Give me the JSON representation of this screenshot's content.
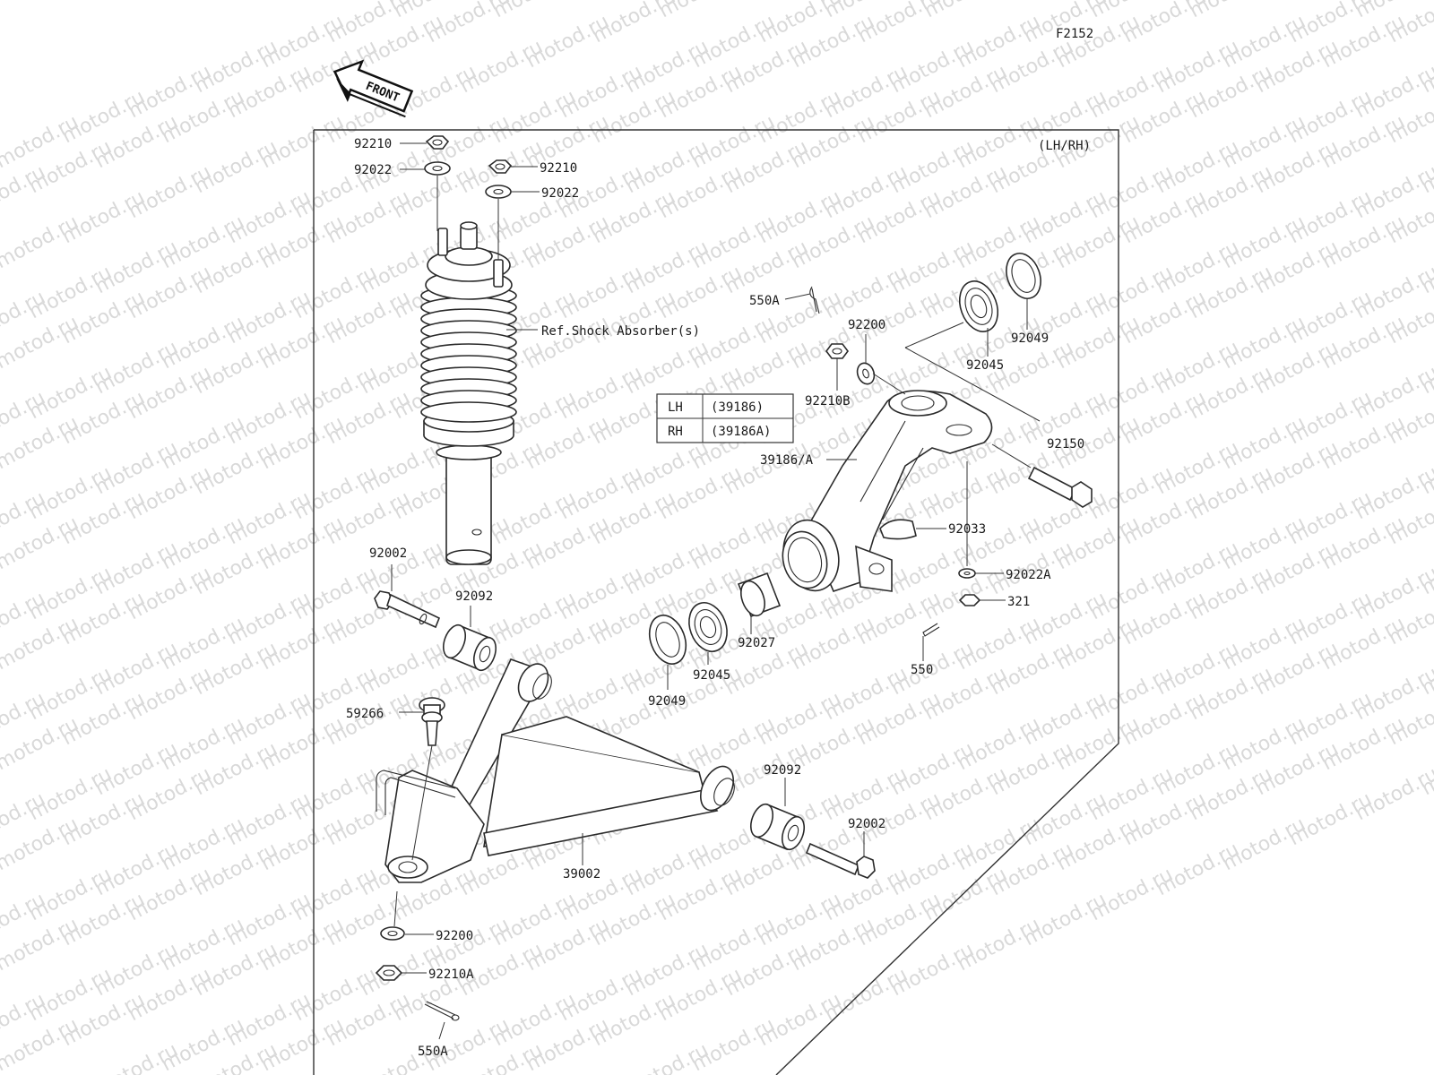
{
  "figure_code": "F2152",
  "side_note": "(LH/RH)",
  "front_label": "FRONT",
  "watermark": "motod.ru",
  "variant_table": {
    "rows": [
      {
        "side": "LH",
        "part": "(39186)"
      },
      {
        "side": "RH",
        "part": "(39186A)"
      }
    ]
  },
  "callouts": {
    "nut_top_left": "92210",
    "washer_top_left": "92022",
    "nut_top_right": "92210",
    "washer_top_right": "92022",
    "shock_ref": "Ref.Shock Absorber(s)",
    "cotter_top": "550A",
    "washer_knuckle": "92200",
    "nut_knuckle": "92210B",
    "bearing_upper": "92045",
    "seal_upper": "92049",
    "knuckle": "39186/A",
    "bolt_knuckle": "92150",
    "stopper": "92033",
    "washer_small": "92022A",
    "nut_small": "321",
    "cotter_small": "550",
    "bolt_left": "92002",
    "bushing_left": "92092",
    "spacer": "92027",
    "bearing_lower": "92045",
    "seal_lower": "92049",
    "ball_joint": "59266",
    "bushing_right": "92092",
    "bolt_right": "92002",
    "arm": "39002",
    "washer_bottom": "92200",
    "nut_bottom": "92210A",
    "cotter_bottom": "550A"
  }
}
